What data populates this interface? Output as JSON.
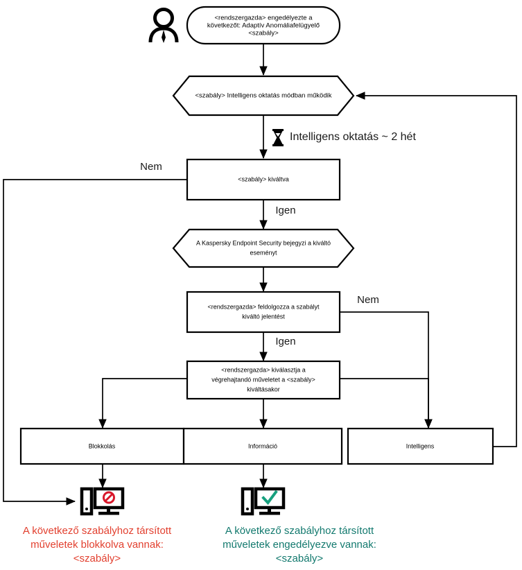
{
  "diagram": {
    "title": "Adaptiv Anomaliafelugyelo szabaly folyamatabra",
    "language": "hu"
  },
  "nodes": {
    "actor": {
      "icon": "person-icon"
    },
    "start": {
      "shape": "rounded",
      "lines": [
        "<rendszergazda> engedélyezte a",
        "következőt: Adaptív Anomáliafelügyelő",
        "<szabály>"
      ]
    },
    "smart_mode": {
      "shape": "hexagon",
      "lines": [
        "<szabály> Intelligens oktatás módban működik"
      ]
    },
    "triggered": {
      "shape": "rect",
      "lines": [
        "<szabály> kiváltva"
      ]
    },
    "logged": {
      "shape": "hexagon",
      "lines": [
        "A Kaspersky Endpoint Security bejegyzi a kiváltó",
        "eseményt"
      ]
    },
    "process_report": {
      "shape": "rect",
      "lines": [
        "<rendszergazda>  feldolgozza a szabályt",
        "kiváltó jelentést"
      ]
    },
    "select_action": {
      "shape": "rect",
      "lines": [
        "<rendszergazda> kiválasztja a",
        "végrehajtandó műveletet a <szabály>",
        "kiváltásakor"
      ]
    },
    "action_block": {
      "shape": "rect",
      "label": "Blokkolás"
    },
    "action_info": {
      "shape": "rect",
      "label": "Információ"
    },
    "action_smart": {
      "shape": "rect",
      "label": "Intelligens"
    }
  },
  "notes": {
    "training": {
      "icon": "hourglass-icon",
      "text": "Intelligens oktatás ~ 2 hét"
    }
  },
  "edge_labels": {
    "triggered_no": "Nem",
    "triggered_yes": "Igen",
    "report_no": "Nem",
    "report_yes": "Igen"
  },
  "endpoints": {
    "blocked": {
      "icon": "computer-blocked-icon",
      "caption_lines": [
        "A következő szabályhoz társított",
        "műveletek blokkolva vannak:",
        "<szabály>"
      ],
      "color": "#e2402f"
    },
    "allowed": {
      "icon": "computer-allowed-icon",
      "caption_lines": [
        "A következő szabályhoz társított",
        "műveletek engedélyezve vannak:",
        "<szabály>"
      ],
      "color": "#12796e"
    }
  },
  "colors": {
    "stroke": "#000000",
    "blocked": "#e2402f",
    "allowed": "#12796e",
    "background": "#ffffff"
  }
}
